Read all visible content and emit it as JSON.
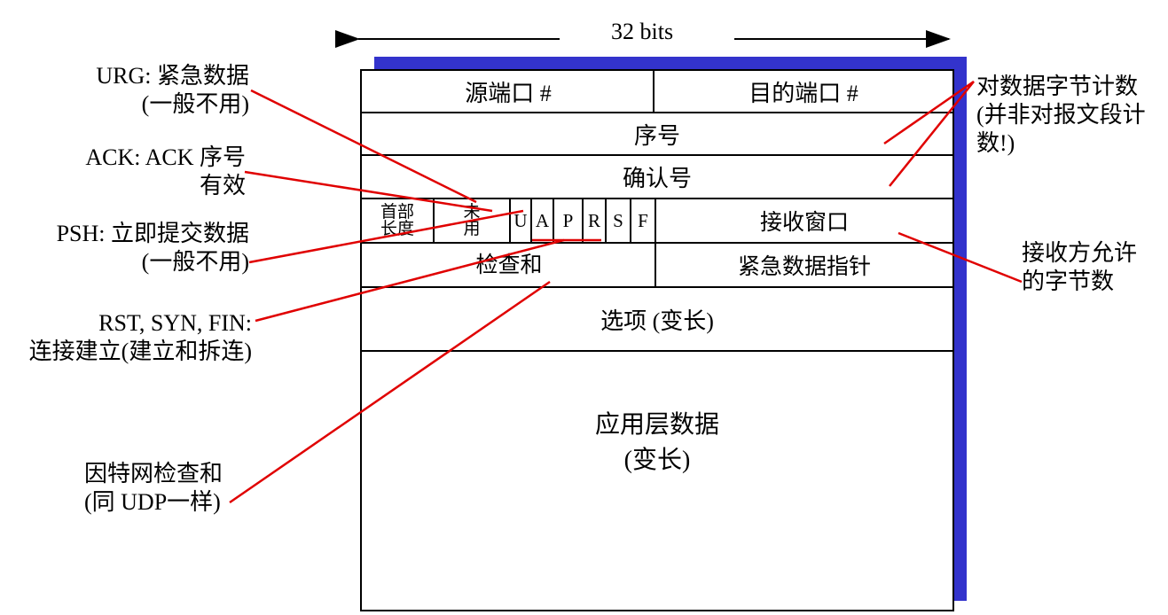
{
  "width_label": "32 bits",
  "fields": {
    "src_port": "源端口 #",
    "dst_port": "目的端口 #",
    "seq": "序号",
    "ack_num": "确认号",
    "hdr_len_1": "首部",
    "hdr_len_2": "长度",
    "unused_1": "未",
    "unused_2": "用",
    "flags": [
      "U",
      "A",
      "P",
      "R",
      "S",
      "F"
    ],
    "recv_window": "接收窗口",
    "checksum": "检查和",
    "urg_ptr": "紧急数据指针",
    "options": "选项 (变长)",
    "app_data_1": "应用层数据",
    "app_data_2": "(变长)"
  },
  "annotations": {
    "urg_1": "URG: 紧急数据",
    "urg_2": "(一般不用)",
    "ack_1": "ACK: ACK 序号",
    "ack_2": "有效",
    "psh_1": "PSH: 立即提交数据",
    "psh_2": "(一般不用)",
    "rst_1": "RST, SYN, FIN:",
    "rst_2": "连接建立(建立和拆连)",
    "cksum_1": "因特网检查和",
    "cksum_2": "(同 UDP一样)",
    "count_1": "对数据字节计数",
    "count_2": "(并非对报文段计",
    "count_3": "数!)",
    "win_1": "接收方允许",
    "win_2": "的字节数"
  },
  "colors": {
    "annotation_line": "#e00000",
    "shadow": "#3333cc",
    "outline": "#000000"
  }
}
